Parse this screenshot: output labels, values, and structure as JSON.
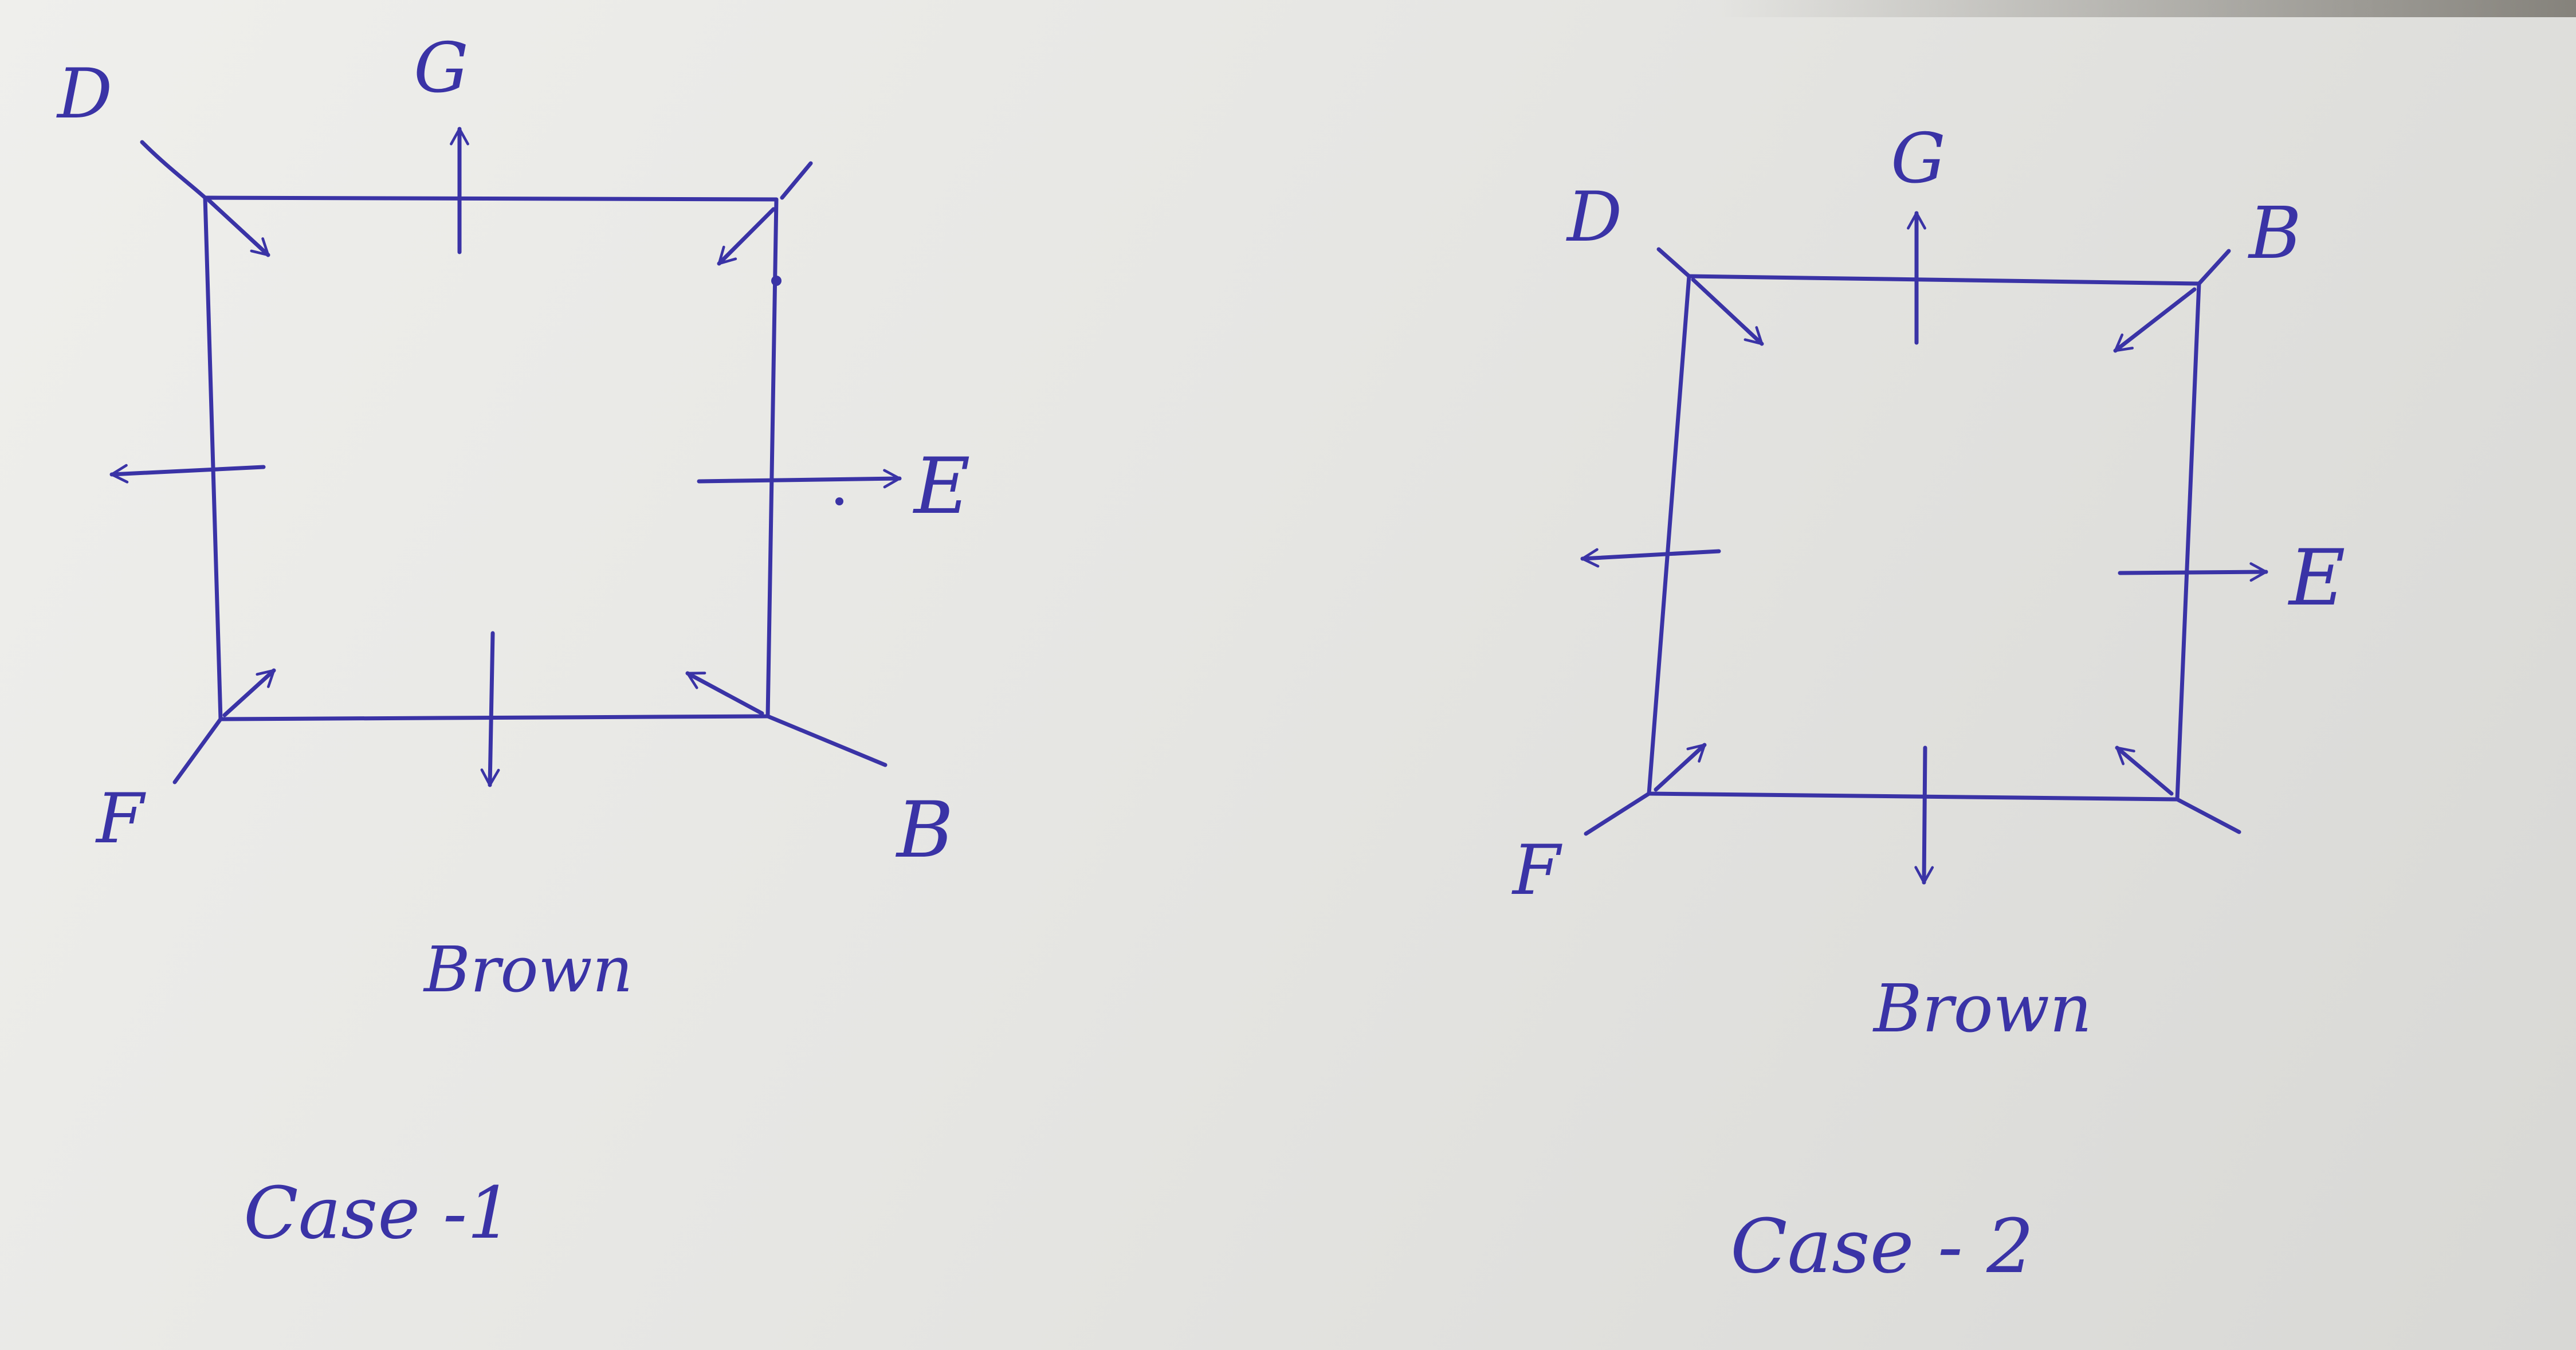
{
  "ink_color": "#3a33a6",
  "diagrams": [
    {
      "labels": {
        "D": "D",
        "G": "G",
        "E": "E",
        "B": "B",
        "F": "F"
      },
      "box_label": "Brown",
      "caption": "Case -1"
    },
    {
      "labels": {
        "D": "D",
        "G": "G",
        "E": "E",
        "B": "B",
        "F": "F"
      },
      "box_label": "Brown",
      "caption": "Case - 2"
    }
  ]
}
